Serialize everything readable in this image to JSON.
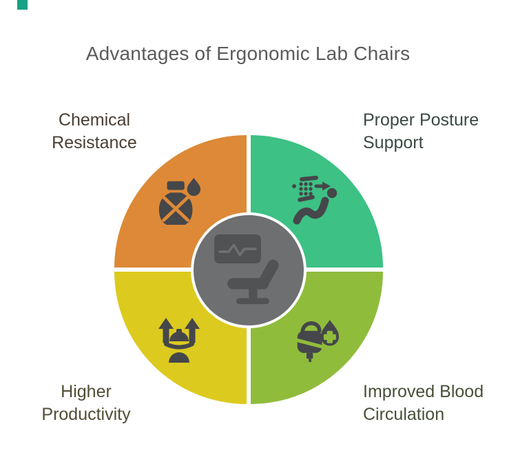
{
  "page": {
    "background": "#ffffff"
  },
  "decor": {
    "corner_square_color": "#16a085"
  },
  "title": {
    "text": "Advantages of Ergonomic Lab Chairs",
    "color": "#5a5b5d"
  },
  "diagram": {
    "type": "four-segment-wheel",
    "icon_color": "#45474a",
    "center": {
      "circle_color": "#6e6f71",
      "ring_color": "#ffffff",
      "icon_color": "#515254",
      "icons": [
        "monitor-pulse-icon",
        "lab-chair-icon"
      ]
    },
    "segments": [
      {
        "id": "chemical-resistance",
        "position": "top-left",
        "color": "#dd8938",
        "icon": "chemical-flask-icon",
        "label_line1": "Chemical",
        "label_line2": "Resistance",
        "label_color": "#493f35"
      },
      {
        "id": "proper-posture-support",
        "position": "top-right",
        "color": "#3dc184",
        "icon": "posture-support-icon",
        "label_line1": "Proper Posture",
        "label_line2": "Support",
        "label_color": "#3c4a42"
      },
      {
        "id": "higher-productivity",
        "position": "bottom-left",
        "color": "#dcca1f",
        "icon": "worker-productivity-icon",
        "label_line1": "Higher",
        "label_line2": "Productivity",
        "label_color": "#504d36"
      },
      {
        "id": "improved-blood-circulation",
        "position": "bottom-right",
        "color": "#90bc3c",
        "icon": "blood-circulation-icon",
        "label_line1": "Improved Blood",
        "label_line2": "Circulation",
        "label_color": "#475038"
      }
    ]
  }
}
